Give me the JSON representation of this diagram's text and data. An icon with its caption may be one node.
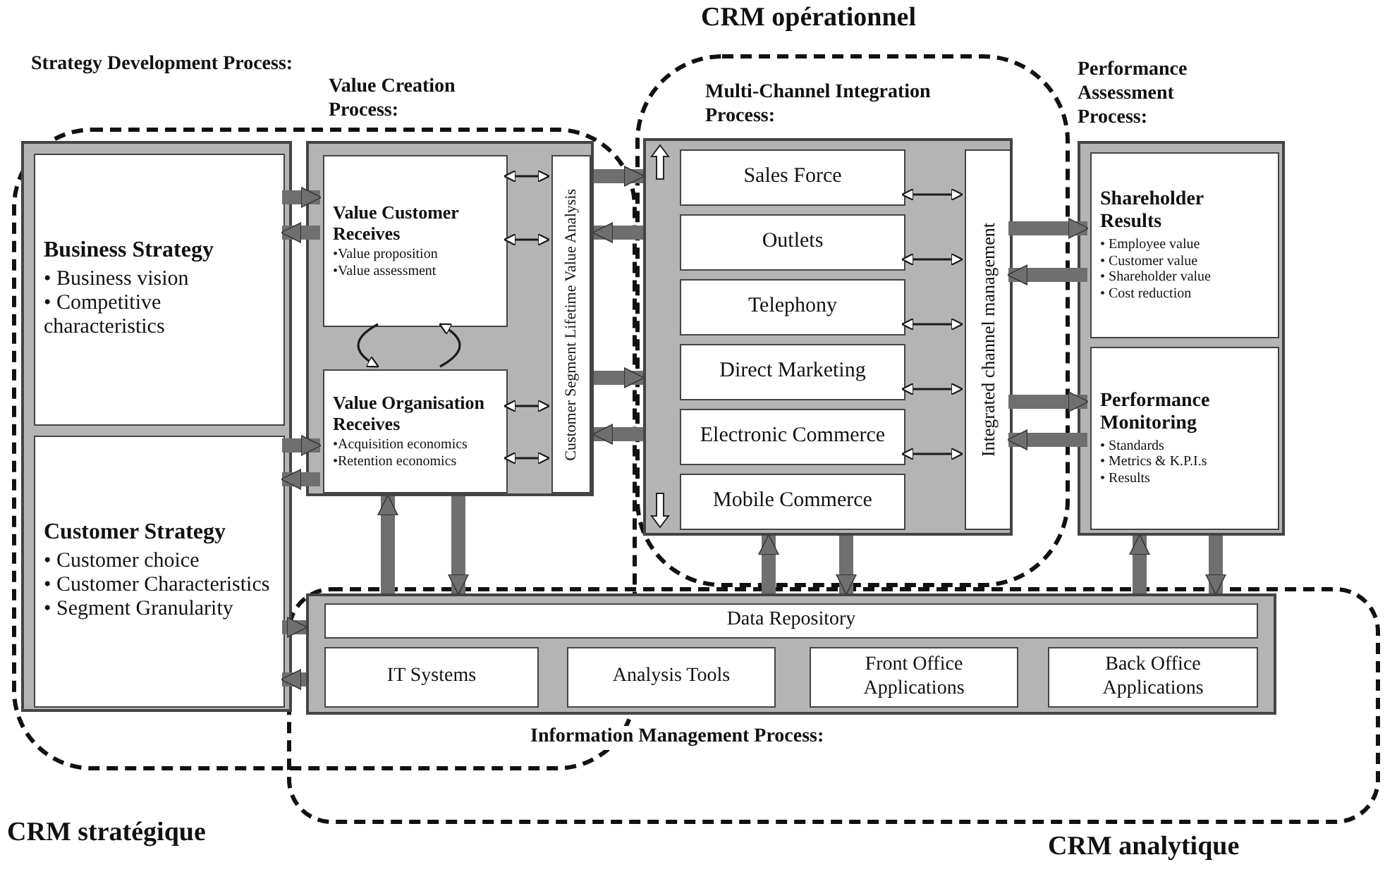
{
  "diagram": {
    "nodes": [
      {
        "text": [
          "Strategy Development Process:"
        ]
      },
      {
        "text": [
          "Business Strategy",
          "• Business vision",
          "• Competitive characteristics"
        ],
        "in": 0
      },
      {
        "text": [
          "Customer Strategy",
          "• Customer choice",
          "• Customer Characteristics",
          "• Segment Granularity"
        ],
        "in": 0
      },
      {
        "text": [
          "Value Creation Process:"
        ]
      },
      {
        "text": [
          "Value Customer Receives",
          "•Value proposition",
          "•Value assessment"
        ],
        "in": 3
      },
      {
        "text": [
          "Value Organisation Receives",
          "•Acquisition economics",
          "•Retention economics"
        ],
        "in": 3
      },
      {
        "text": [
          "Customer Segment Lifetime Value Analysis"
        ],
        "in": 3
      },
      {
        "text": [
          "Multi-Channel Integration Process:"
        ]
      },
      {
        "text": [
          "Sales Force"
        ],
        "in": 7
      },
      {
        "text": [
          "Outlets"
        ],
        "in": 7
      },
      {
        "text": [
          "Telephony"
        ],
        "in": 7
      },
      {
        "text": [
          "Direct Marketing"
        ],
        "in": 7
      },
      {
        "text": [
          "Electronic Commerce"
        ],
        "in": 7
      },
      {
        "text": [
          "Mobile Commerce"
        ],
        "in": 7
      },
      {
        "text": [
          "Integrated channel management"
        ],
        "in": 7
      },
      {
        "text": [
          "Performance Assessment Process:"
        ]
      },
      {
        "text": [
          "Shareholder Results",
          "• Employee value",
          "• Customer value",
          "• Shareholder value",
          "• Cost reduction"
        ],
        "in": 15
      },
      {
        "text": [
          "Performance Monitoring",
          "• Standards",
          "• Metrics & K.P.I.s",
          "• Results"
        ],
        "in": 15
      },
      {
        "text": [
          "Information Management Process:"
        ]
      },
      {
        "text": [
          "Data Repository"
        ],
        "in": 18
      },
      {
        "text": [
          "IT Systems"
        ],
        "in": 18
      },
      {
        "text": [
          "Analysis Tools"
        ],
        "in": 18
      },
      {
        "text": [
          "Front Office Applications"
        ],
        "in": 18
      },
      {
        "text": [
          "Back Office Applications"
        ],
        "in": 18
      }
    ],
    "edges": [
      {
        "from": 1,
        "to": 4,
        "arrow": "to"
      },
      {
        "from": 4,
        "to": 1,
        "arrow": "to"
      },
      {
        "from": 2,
        "to": 5,
        "arrow": "to"
      },
      {
        "from": 5,
        "to": 2,
        "arrow": "to"
      },
      {
        "from": 3,
        "to": 7,
        "arrow": "to"
      },
      {
        "from": 7,
        "to": 3,
        "arrow": "to"
      },
      {
        "from": 3,
        "to": 7,
        "arrow": "to"
      },
      {
        "from": 7,
        "to": 3,
        "arrow": "to"
      },
      {
        "from": 14,
        "to": 16,
        "arrow": "to"
      },
      {
        "from": 16,
        "to": 14,
        "arrow": "to"
      },
      {
        "from": 14,
        "to": 17,
        "arrow": "to"
      },
      {
        "from": 17,
        "to": 14,
        "arrow": "to"
      },
      {
        "from": 4,
        "to": 6,
        "arrow": "both",
        "color": "#1a1a1a"
      },
      {
        "from": 4,
        "to": 6,
        "arrow": "both",
        "color": "#1a1a1a"
      },
      {
        "from": 5,
        "to": 6,
        "arrow": "both",
        "color": "#1a1a1a"
      },
      {
        "from": 5,
        "to": 6,
        "arrow": "both",
        "color": "#1a1a1a"
      },
      {
        "from": 8,
        "to": 14,
        "arrow": "both",
        "color": "#1a1a1a"
      },
      {
        "from": 9,
        "to": 14,
        "arrow": "both",
        "color": "#1a1a1a"
      },
      {
        "from": 10,
        "to": 14,
        "arrow": "both",
        "color": "#1a1a1a"
      },
      {
        "from": 11,
        "to": 14,
        "arrow": "both",
        "color": "#1a1a1a"
      },
      {
        "from": 12,
        "to": 14,
        "arrow": "both",
        "color": "#1a1a1a"
      },
      {
        "from": 4,
        "to": 5,
        "arrow": "to",
        "color": "#1a1a1a"
      },
      {
        "from": 5,
        "to": 4,
        "arrow": "to",
        "color": "#1a1a1a"
      },
      {
        "from": 18,
        "to": 3,
        "arrow": "to"
      },
      {
        "from": 3,
        "to": 18,
        "arrow": "to"
      },
      {
        "from": 18,
        "to": 7,
        "arrow": "to"
      },
      {
        "from": 7,
        "to": 18,
        "arrow": "to"
      },
      {
        "from": 18,
        "to": 15,
        "arrow": "to"
      },
      {
        "from": 15,
        "to": 18,
        "arrow": "to"
      },
      {
        "from": 2,
        "to": 18,
        "arrow": "to"
      },
      {
        "from": 18,
        "to": 2,
        "arrow": "to"
      }
    ],
    "labels": [
      "CRM opérationnel",
      "CRM stratégique",
      "CRM analytique"
    ]
  }
}
